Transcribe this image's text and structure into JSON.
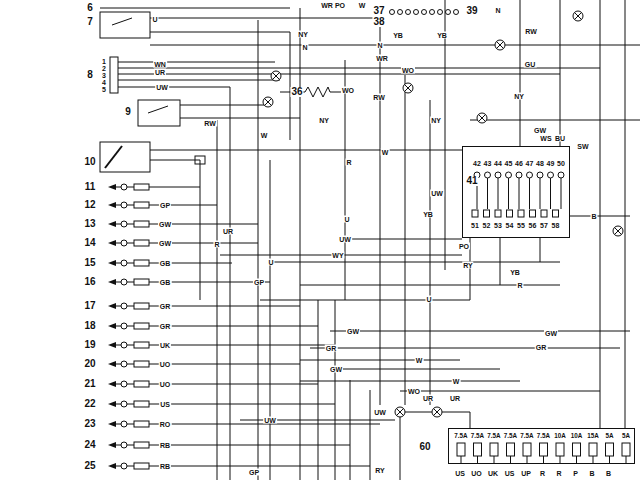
{
  "diagram": {
    "nodes": [
      {
        "text": [
          "41",
          "42",
          "43",
          "44",
          "45",
          "46",
          "47",
          "48",
          "49",
          "50",
          "51",
          "52",
          "53",
          "54",
          "55",
          "56",
          "57",
          "58"
        ]
      },
      {
        "text": [
          "60",
          "7.5A",
          "7.5A",
          "7.5A",
          "7.5A",
          "7.5A",
          "7.5A",
          "10A",
          "10A",
          "15A",
          "5A",
          "5A"
        ]
      }
    ],
    "labels": [
      "6",
      "7",
      "8",
      "1",
      "2",
      "3",
      "4",
      "5",
      "9",
      "10",
      "11",
      "12",
      "13",
      "14",
      "15",
      "16",
      "17",
      "18",
      "19",
      "20",
      "21",
      "22",
      "23",
      "24",
      "25",
      "36",
      "37",
      "38",
      "39",
      "U",
      "WR",
      "PO",
      "W",
      "N",
      "NY",
      "YB",
      "YB",
      "WR",
      "N",
      "N",
      "RW",
      "GU",
      "WN",
      "UR",
      "UW",
      "WO",
      "WO",
      "RW",
      "NY",
      "NY",
      "NY",
      "RW",
      "W",
      "W",
      "R",
      "UR",
      "R",
      "UW",
      "U",
      "WY",
      "U",
      "GP",
      "YB",
      "UW",
      "GW",
      "WS",
      "BU",
      "SW",
      "B",
      "PO",
      "RY",
      "YB",
      "R",
      "U",
      "GW",
      "GR",
      "GW",
      "GR",
      "W",
      "GW",
      "WO",
      "W",
      "UW",
      "UW",
      "UR",
      "UR",
      "RY",
      "GP",
      "GP",
      "GW",
      "GW",
      "GB",
      "GB",
      "GR",
      "GR",
      "UK",
      "UO",
      "UO",
      "US",
      "RO",
      "RB",
      "RB",
      "US",
      "UO",
      "UK",
      "US",
      "UP",
      "R",
      "R",
      "P",
      "B",
      "B"
    ]
  }
}
